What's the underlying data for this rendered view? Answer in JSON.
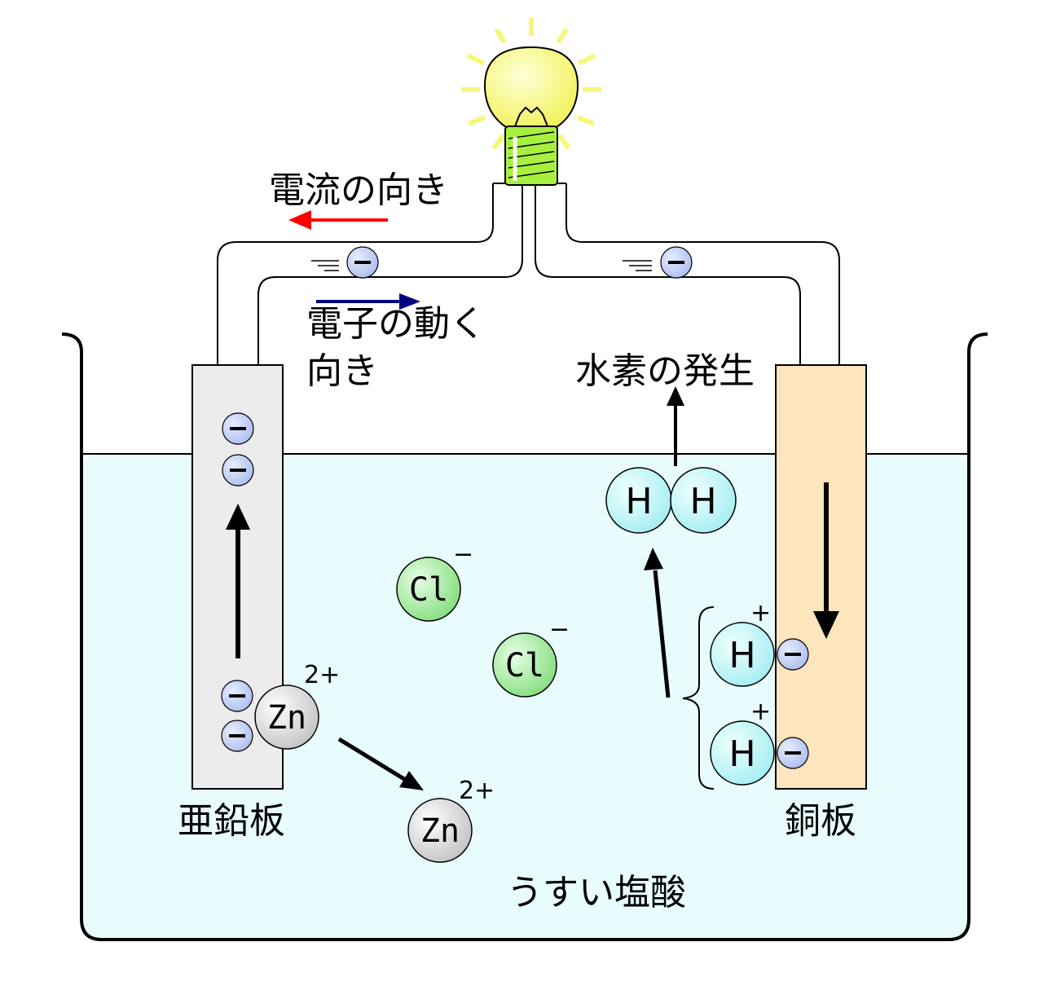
{
  "labels": {
    "current_direction": "電流の向き",
    "electron_direction_line1": "電子の動く",
    "electron_direction_line2": "向き",
    "hydrogen_generation": "水素の発生",
    "zinc_plate": "亜鉛板",
    "copper_plate": "銅板",
    "dilute_hcl": "うすい塩酸"
  },
  "ions": {
    "zinc": "Zn",
    "zinc_charge": "2+",
    "chloride": "Cl",
    "chloride_charge": "−",
    "hydrogen": "H",
    "hydrogen_charge": "+",
    "electron": "−"
  },
  "colors": {
    "current_arrow": "#ff0000",
    "electron_arrow": "#000080",
    "solution": "#e8fcfd",
    "zinc_plate": "#ececec",
    "copper_plate": "#fde5bd",
    "electron_fill": "#c4d3f7",
    "hydrogen_fill": "#cdf5f7",
    "chloride_fill": "#b9f0b6",
    "zinc_ion_fill": "#e4e4e4",
    "bulb_glass": "#fcfc8a",
    "bulb_base": "#a8f040",
    "rays": "#f6f67a"
  }
}
